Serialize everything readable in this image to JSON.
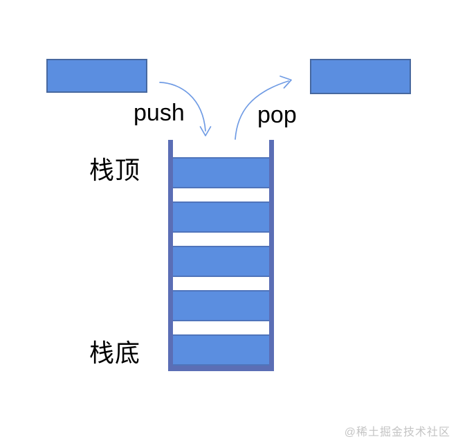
{
  "diagram": {
    "push_label": "push",
    "pop_label": "pop",
    "stack_top_label": "栈顶",
    "stack_bottom_label": "栈底",
    "stack_items": [
      "",
      "",
      "",
      "",
      ""
    ],
    "colors": {
      "item_fill": "#5b8ee0",
      "item_border": "#47689f",
      "bar_border": "#4f74bb",
      "wall": "#5b6eb5",
      "arrow": "#6f9be4",
      "label_text": "#000000",
      "watermark_text": "#c4c4c4",
      "background": "#ffffff"
    }
  },
  "watermark": "@稀土掘金技术社区"
}
